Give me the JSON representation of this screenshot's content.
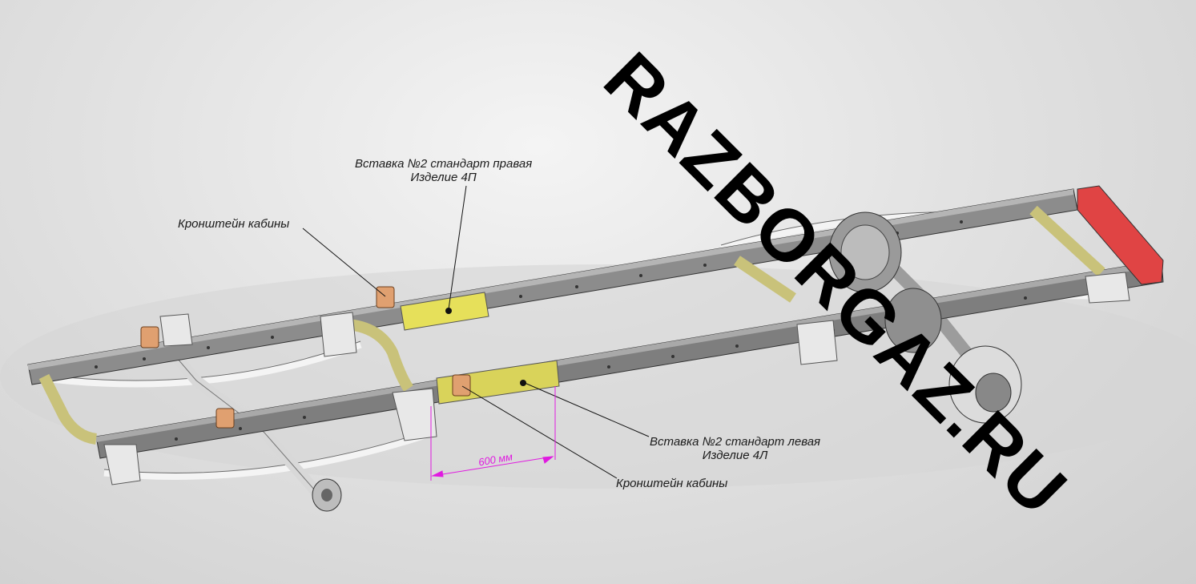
{
  "watermark": "RAZBORGAZ.RU",
  "callouts": {
    "right_insert_line1": "Вставка №2 стандарт правая",
    "right_insert_line2": "Изделие 4П",
    "cab_bracket_top": "Кронштейн кабины",
    "left_insert_line1": "Вставка №2 стандарт левая",
    "left_insert_line2": "Изделие 4Л",
    "cab_bracket_bottom": "Кронштейн кабины"
  },
  "dimension": {
    "label": "600 мм",
    "color": "#e01be0"
  },
  "colors": {
    "frame": "#8a8a8a",
    "insert": "#e6e05a",
    "crossmember": "#c9c27a",
    "rear_beam": "#e03a3a",
    "bracket": "#e0a070",
    "spring": "#f0f0f0"
  }
}
